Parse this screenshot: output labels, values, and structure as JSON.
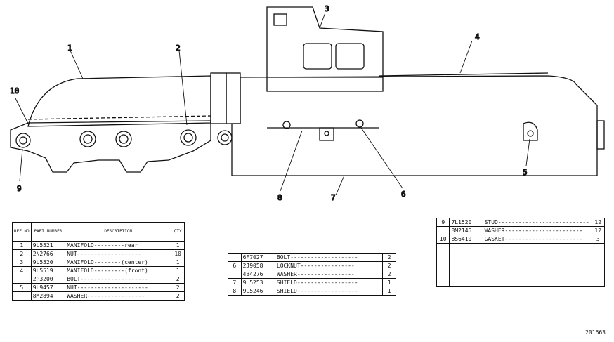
{
  "callouts": [
    "1",
    "2",
    "3",
    "4",
    "5",
    "6",
    "7",
    "8",
    "9",
    "10"
  ],
  "table_left": {
    "headers": {
      "ref": "REF NO",
      "part": "PART NUMBER",
      "description": "DESCRIPTION",
      "qty": "QTY"
    },
    "rows": [
      {
        "ref": "1",
        "part": "9L5521",
        "desc": "MANIFOLD---------rear",
        "qty": "1"
      },
      {
        "ref": "2",
        "part": "2N2766",
        "desc": "NUT-------------------",
        "qty": "10"
      },
      {
        "ref": "3",
        "part": "9L5520",
        "desc": "MANIFOLD--------(center)",
        "qty": "1"
      },
      {
        "ref": "4",
        "part": "9L5519",
        "desc": "MANIFOLD---------(front)",
        "qty": "1"
      },
      {
        "ref": "",
        "part": "2P3200",
        "desc": "BOLT--------------------",
        "qty": "2"
      },
      {
        "ref": "5",
        "part": "9L9457",
        "desc": "NUT---------------------",
        "qty": "2"
      },
      {
        "ref": "",
        "part": "8M2894",
        "desc": "WASHER-----------------",
        "qty": "2"
      }
    ]
  },
  "table_middle": {
    "rows": [
      {
        "ref": "",
        "part": "6F7027",
        "desc": "BOLT--------------------",
        "qty": "2"
      },
      {
        "ref": "6",
        "part": "2J9058",
        "desc": "LOCKNUT----------------",
        "qty": "2"
      },
      {
        "ref": "",
        "part": "4B4276",
        "desc": "WASHER-----------------",
        "qty": "2"
      },
      {
        "ref": "7",
        "part": "9L5253",
        "desc": "SHIELD------------------",
        "qty": "1"
      },
      {
        "ref": "8",
        "part": "9L5246",
        "desc": "SHIELD------------------",
        "qty": "1"
      }
    ]
  },
  "table_right": {
    "rows": [
      {
        "ref": "9",
        "part": "7L1520",
        "desc": "STUD---------------------------",
        "qty": "12"
      },
      {
        "ref": "",
        "part": "8M2145",
        "desc": "WASHER-----------------------",
        "qty": "12"
      },
      {
        "ref": "10",
        "part": "8S6410",
        "desc": "GASKET-----------------------",
        "qty": "3"
      }
    ]
  },
  "figure_id": "201663"
}
